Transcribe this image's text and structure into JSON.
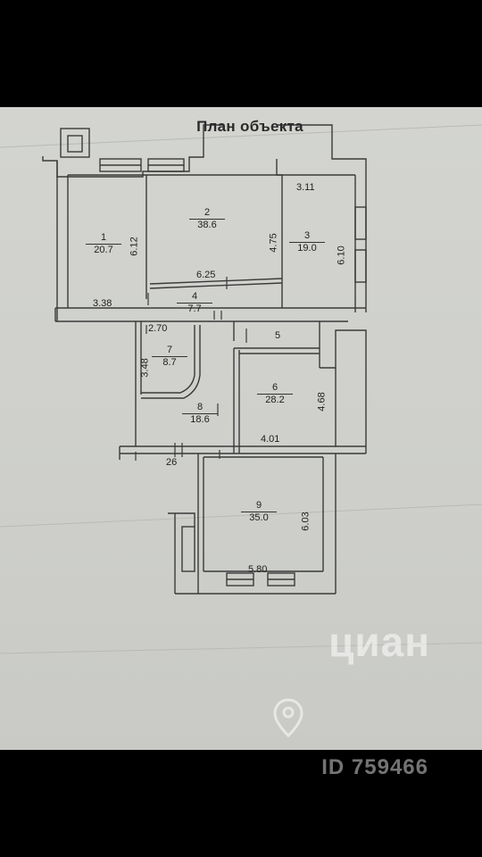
{
  "plan": {
    "title": "План объекта",
    "rooms": [
      {
        "no": "1",
        "area": "20.7"
      },
      {
        "no": "2",
        "area": "38.6"
      },
      {
        "no": "3",
        "area": "19.0"
      },
      {
        "no": "4",
        "area": "7.7"
      },
      {
        "no": "6",
        "area": "28.2"
      },
      {
        "no": "7",
        "area": "8.7"
      },
      {
        "no": "8",
        "area": "18.6"
      },
      {
        "no": "9",
        "area": "35.0"
      }
    ],
    "dimensions": {
      "d311": "3.11",
      "d612": "6.12",
      "d475": "4.75",
      "d610": "6.10",
      "d625": "6.25",
      "d338": "3.38",
      "d270": "2.70",
      "d5": "5",
      "d348": "3.48",
      "d468": "4.68",
      "d401": "4.01",
      "d26": "26",
      "d603": "6.03",
      "d580": "5.80"
    }
  },
  "watermark": {
    "brand": "циан",
    "id": "ID 759466"
  }
}
